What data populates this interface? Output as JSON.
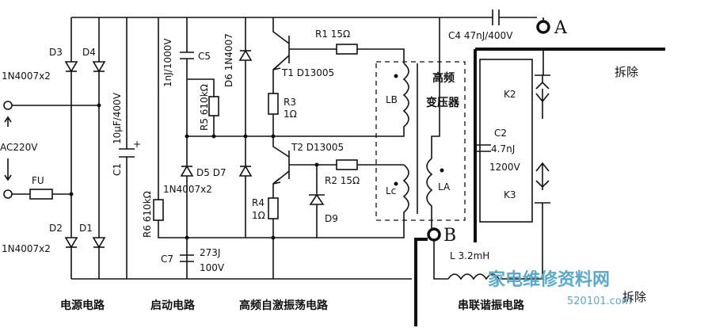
{
  "labels": {
    "d3": "D3",
    "d4": "D4",
    "d3_part": "1N4007x2",
    "d2": "D2",
    "d1": "D1",
    "d2_part": "1N4007x2",
    "ac": "AC220V",
    "fu": "FU",
    "c1": "C1",
    "c1_value": "10μF/400V",
    "r6": "R6 610kΩ",
    "c5_value": "1nJ/1000V",
    "c5": "C5",
    "r5": "R5 610kΩ",
    "d6": "D6 1N4007",
    "d5d7": "D5  D7",
    "d5d7_part": "1N4007x2",
    "c7": "C7",
    "c7_value": "273J",
    "c7_voltage": "100V",
    "t1": "T1  D13005",
    "t2": "T2  D13005",
    "r1": "R1  15Ω",
    "r2": "R2  15Ω",
    "r3": "R3",
    "r3_value": "1Ω",
    "r4": "R4",
    "r4_value": "1Ω",
    "d9": "D9",
    "lb": "LB",
    "lc": "Lc",
    "la": "LA",
    "transformer_1": "高频",
    "transformer_2": "变压器",
    "c4": "C4  47nJ/400V",
    "node_a": "A",
    "node_b": "B",
    "k2": "K2",
    "k3": "K3",
    "c2": "C2",
    "c2_value": "4.7nJ",
    "c2_voltage": "1200V",
    "inductor": "L  3.2mH",
    "remove_top": "拆除",
    "remove_bottom": "拆除"
  },
  "sections": {
    "power": "电源电路",
    "startup": "启动电路",
    "oscillator": "高频自激振荡电路",
    "resonant": "串联谐振电路"
  },
  "watermark": {
    "site": "家电维修资料网",
    "domain": "520101.com"
  }
}
